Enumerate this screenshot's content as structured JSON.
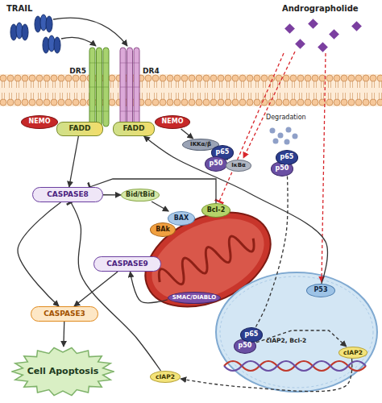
{
  "diagram": {
    "nodes": [
      {
        "text": [
          "DR5"
        ]
      },
      {
        "text": [
          "DR4"
        ]
      },
      {
        "text": [
          "NEMO"
        ]
      },
      {
        "text": [
          "FADD"
        ]
      },
      {
        "text": [
          "FADD"
        ]
      },
      {
        "text": [
          "NEMO"
        ]
      },
      {
        "text": [
          "IKKα/β"
        ]
      },
      {
        "text": [
          "p65"
        ]
      },
      {
        "text": [
          "p50"
        ]
      },
      {
        "text": [
          "IκBα"
        ]
      },
      {
        "text": [
          "p50"
        ]
      },
      {
        "text": [
          "p65"
        ]
      },
      {
        "text": [
          "CASPASE8"
        ]
      },
      {
        "text": [
          "Bid/tBid"
        ]
      },
      {
        "text": [
          "BAk"
        ]
      },
      {
        "text": [
          "BAX"
        ]
      },
      {
        "text": [
          "Bcl-2"
        ]
      },
      {
        "text": [
          "CASPASE9"
        ]
      },
      {
        "text": [
          "SMAC/DIABLO"
        ]
      },
      {
        "text": [
          "CASPASE3"
        ]
      },
      {
        "text": [
          "P53"
        ]
      },
      {
        "text": [
          "p50"
        ]
      },
      {
        "text": [
          "p65"
        ]
      },
      {
        "text": [
          "cIAP2"
        ]
      },
      {
        "text": [
          "cIAP2"
        ]
      },
      {
        "text": [
          "Cell Apoptosis"
        ]
      }
    ],
    "edges": [
      {
        "from": 3,
        "to": 12,
        "arrow": "to"
      },
      {
        "from": 5,
        "to": 6,
        "arrow": "to"
      },
      {
        "from": 6,
        "to": 9,
        "arrow": "to"
      },
      {
        "from": 11,
        "to": 21,
        "arrow": "to"
      },
      {
        "from": 12,
        "to": 13,
        "arrow": "to"
      },
      {
        "from": 13,
        "to": 15,
        "arrow": "to"
      },
      {
        "from": 16,
        "to": 12,
        "arrow": "to"
      },
      {
        "from": 20,
        "to": 4,
        "arrow": "to"
      },
      {
        "from": 18,
        "to": 17,
        "arrow": "to"
      },
      {
        "from": 12,
        "to": 19,
        "arrow": "to"
      },
      {
        "from": 17,
        "to": 19,
        "arrow": "to"
      },
      {
        "from": 19,
        "to": 25,
        "arrow": "to"
      },
      {
        "from": 21,
        "to": 23,
        "arrow": "to"
      },
      {
        "from": 23,
        "to": 24,
        "arrow": "to"
      },
      {
        "from": 24,
        "to": 12,
        "arrow": "to"
      }
    ],
    "labels": [
      "TRAIL",
      "Andrographolide",
      "Degradation",
      "cIAP2, Bcl-2"
    ]
  }
}
